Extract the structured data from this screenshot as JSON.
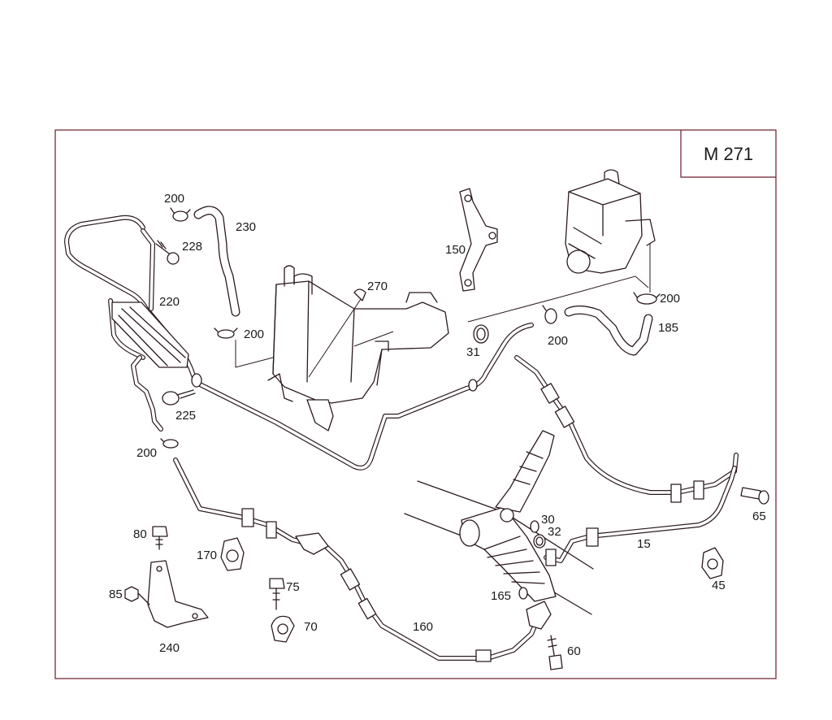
{
  "model_label": "M 271",
  "callouts": {
    "c200_top": "200",
    "c228": "228",
    "c230": "230",
    "c220": "220",
    "c270": "270",
    "c200_clamp_mid": "200",
    "c150": "150",
    "c200_pump": "200",
    "c185": "185",
    "c31": "31",
    "c200_hose": "200",
    "c225": "225",
    "c200_left": "200",
    "c30": "30",
    "c32": "32",
    "c65": "65",
    "c15": "15",
    "c80": "80",
    "c170": "170",
    "c45": "45",
    "c75": "75",
    "c85": "85",
    "c165": "165",
    "c70": "70",
    "c160": "160",
    "c240": "240",
    "c60": "60"
  }
}
